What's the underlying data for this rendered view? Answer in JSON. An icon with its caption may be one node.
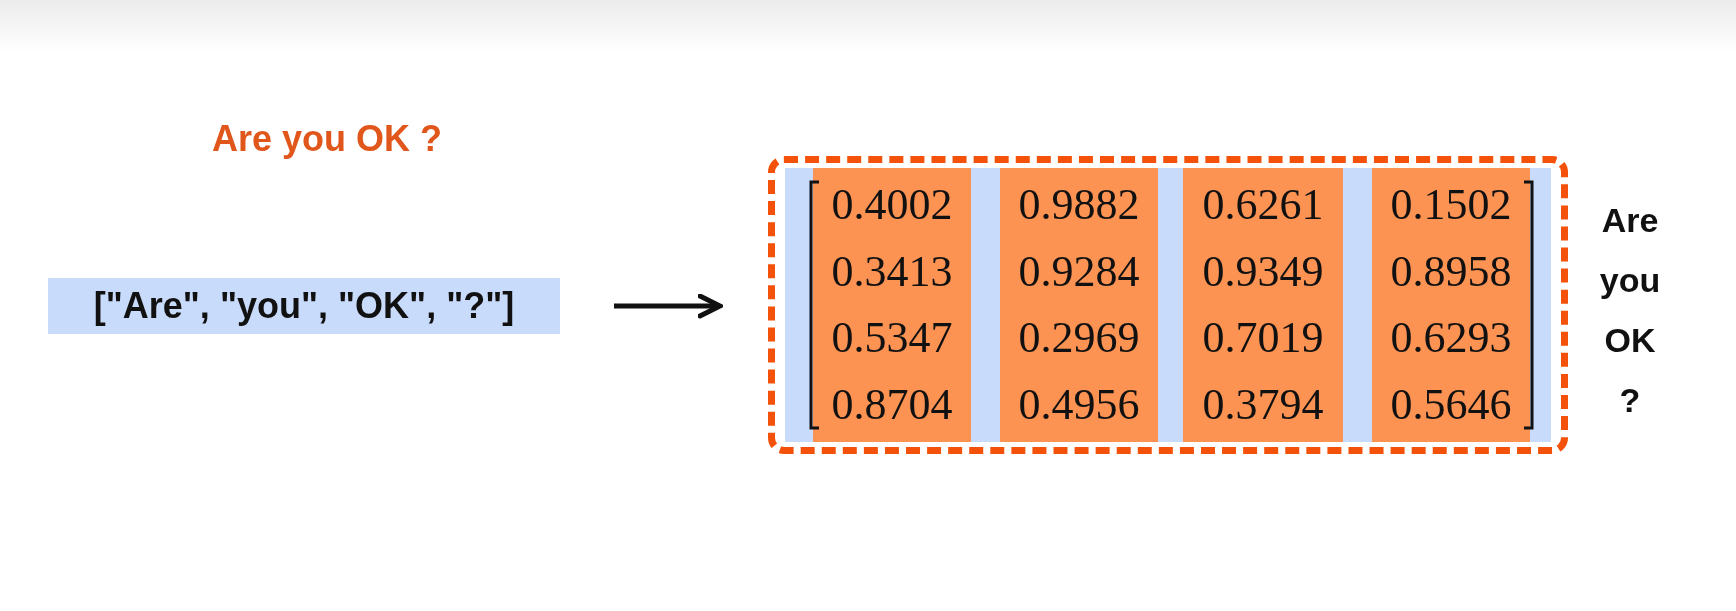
{
  "diagram": {
    "nodes": [
      {
        "text": [
          "[\"Are\", \"you\", \"OK\", \"?\"]"
        ]
      },
      {
        "text": [],
        "shape": "box"
      },
      {
        "text": [
          "0.4002",
          "0.3413",
          "0.5347",
          "0.8704"
        ],
        "in": 1
      },
      {
        "text": [
          "0.9882",
          "0.9284",
          "0.2969",
          "0.4956"
        ],
        "in": 1
      },
      {
        "text": [
          "0.6261",
          "0.9349",
          "0.7019",
          "0.3794"
        ],
        "in": 1
      },
      {
        "text": [
          "0.1502",
          "0.8958",
          "0.6293",
          "0.5646"
        ],
        "in": 1
      }
    ],
    "edges": [
      {
        "from": 0,
        "to": 1,
        "arrow": "to"
      }
    ],
    "labels": [
      "Are you OK ?",
      "Are",
      "you",
      "OK",
      "?"
    ]
  }
}
